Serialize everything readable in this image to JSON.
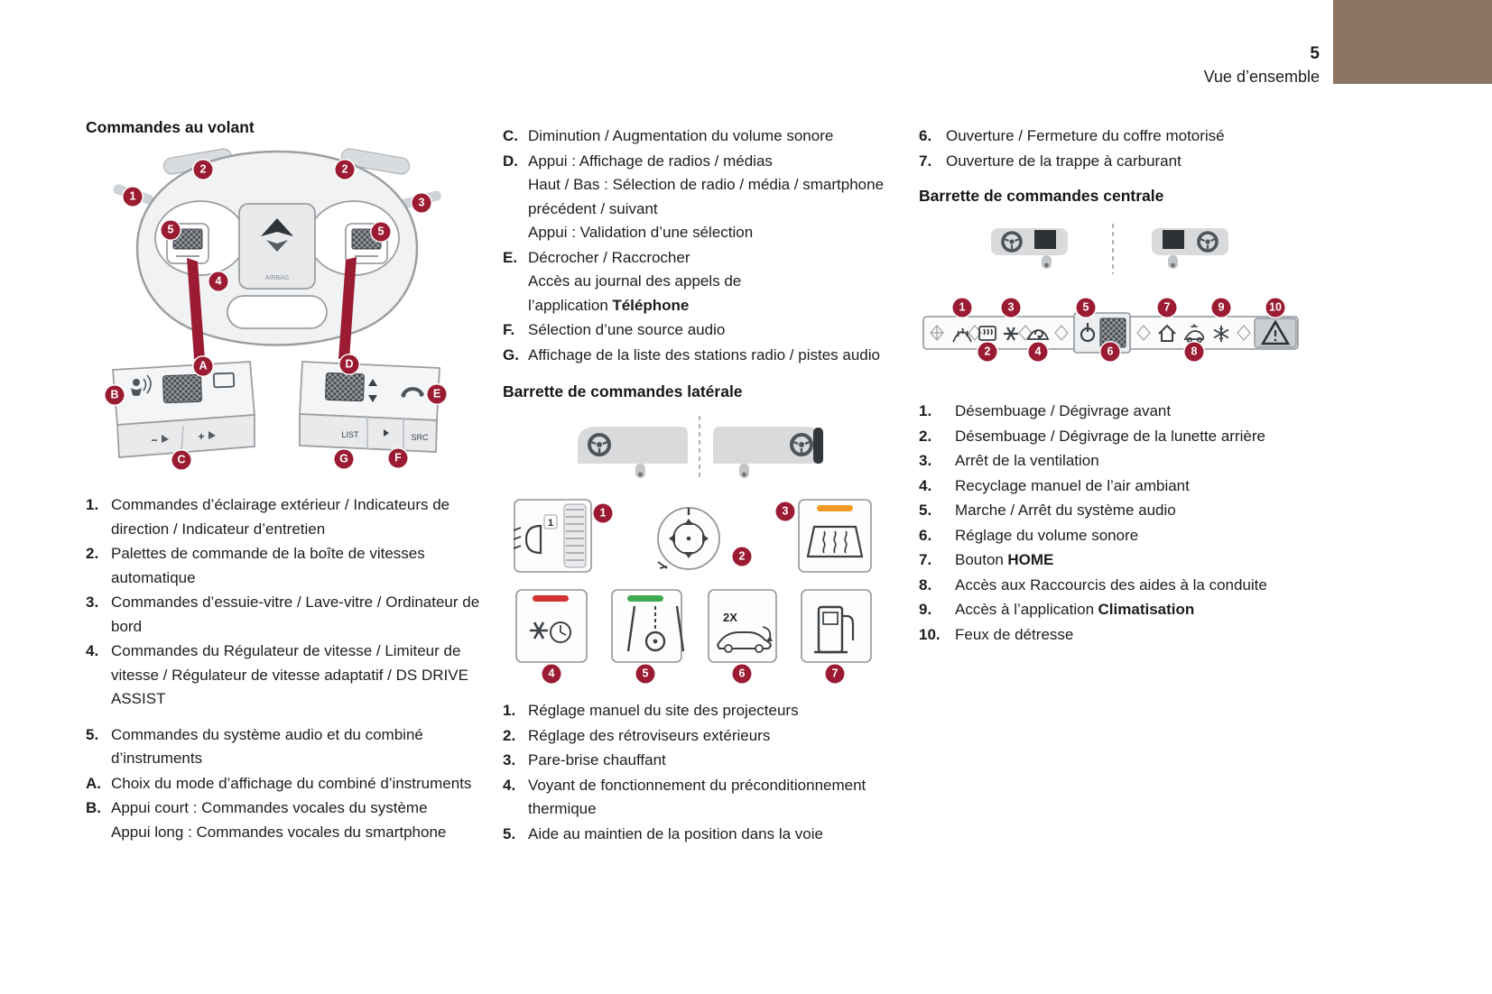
{
  "page": {
    "number": "5",
    "section": "Vue d’ensemble"
  },
  "colors": {
    "accent": "#9b1b32",
    "corner": "#8b7464",
    "warn_orange": "#f59a23",
    "warn_red": "#d23330",
    "ok_green": "#3faa52"
  },
  "steering": {
    "title": "Commandes au volant",
    "callouts": [
      "1",
      "2",
      "2",
      "3",
      "5",
      "5",
      "4",
      "A",
      "B",
      "C",
      "D",
      "E",
      "F",
      "G"
    ],
    "art": {
      "airbag": "AIRBAG",
      "list": "LIST",
      "src": "SRC",
      "minus": "−",
      "plus": "+"
    },
    "items": [
      {
        "label": "1.",
        "text": "Commandes d’éclairage extérieur / Indicateurs de direction / Indicateur d’entretien"
      },
      {
        "label": "2.",
        "text": "Palettes de commande de la boîte de vitesses automatique"
      },
      {
        "label": "3.",
        "text": "Commandes d’essuie-vitre / Lave-vitre / Ordinateur de bord"
      },
      {
        "label": "4.",
        "text": "Commandes du Régulateur de vitesse / Limiteur de vitesse / Régulateur de vitesse adaptatif / DS DRIVE ASSIST"
      },
      {
        "label": "5.",
        "text": "Commandes du système audio et du combiné d’instruments"
      },
      {
        "label": "A.",
        "text": "Choix du mode d’affichage du combiné d’instruments"
      },
      {
        "label": "B.",
        "text": "Appui court : Commandes vocales du système\nAppui long : Commandes vocales du smartphone"
      }
    ],
    "items2": [
      {
        "label": "C.",
        "text": "Diminution / Augmentation du volume sonore"
      },
      {
        "label": "D.",
        "text": "Appui : Affichage de radios / médias\nHaut / Bas : Sélection de radio / média / smartphone précédent / suivant\nAppui : Validation d’une sélection"
      },
      {
        "label": "E.",
        "text": "Décrocher / Raccrocher\nAccès au journal des appels de l’application",
        "bold": "Téléphone"
      },
      {
        "label": "F.",
        "text": "Sélection d’une source audio"
      },
      {
        "label": "G.",
        "text": "Affichage de la liste des stations radio / pistes audio"
      }
    ]
  },
  "side_panel": {
    "title": "Barrette de commandes latérale",
    "callouts": [
      "1",
      "2",
      "3",
      "4",
      "5",
      "6",
      "7"
    ],
    "art": {
      "dial_number": "1",
      "two_x": "2X"
    },
    "items": [
      {
        "label": "1.",
        "text": "Réglage manuel du site des projecteurs"
      },
      {
        "label": "2.",
        "text": "Réglage des rétroviseurs extérieurs"
      },
      {
        "label": "3.",
        "text": "Pare-brise chauffant"
      },
      {
        "label": "4.",
        "text": "Voyant de fonctionnement du préconditionnement thermique"
      },
      {
        "label": "5.",
        "text": "Aide au maintien de la position dans la voie"
      },
      {
        "label": "6.",
        "text": "Ouverture / Fermeture du coffre motorisé"
      },
      {
        "label": "7.",
        "text": "Ouverture de la trappe à carburant"
      }
    ]
  },
  "central_panel": {
    "title": "Barrette de commandes centrale",
    "callouts": [
      "1",
      "2",
      "3",
      "4",
      "5",
      "6",
      "7",
      "8",
      "9",
      "10"
    ],
    "items": [
      {
        "label": "1.",
        "text": "Désembuage / Dégivrage avant"
      },
      {
        "label": "2.",
        "text": "Désembuage / Dégivrage de la lunette arrière"
      },
      {
        "label": "3.",
        "text": "Arrêt de la ventilation"
      },
      {
        "label": "4.",
        "text": "Recyclage manuel de l’air ambiant"
      },
      {
        "label": "5.",
        "text": "Marche / Arrêt du système audio"
      },
      {
        "label": "6.",
        "text": "Réglage du volume sonore"
      },
      {
        "label": "7.",
        "text": "Bouton",
        "bold": "HOME"
      },
      {
        "label": "8.",
        "text": "Accès aux Raccourcis des aides à la conduite"
      },
      {
        "label": "9.",
        "text": "Accès à l’application",
        "bold": "Climatisation"
      },
      {
        "label": "10.",
        "text": "Feux de détresse"
      }
    ]
  }
}
